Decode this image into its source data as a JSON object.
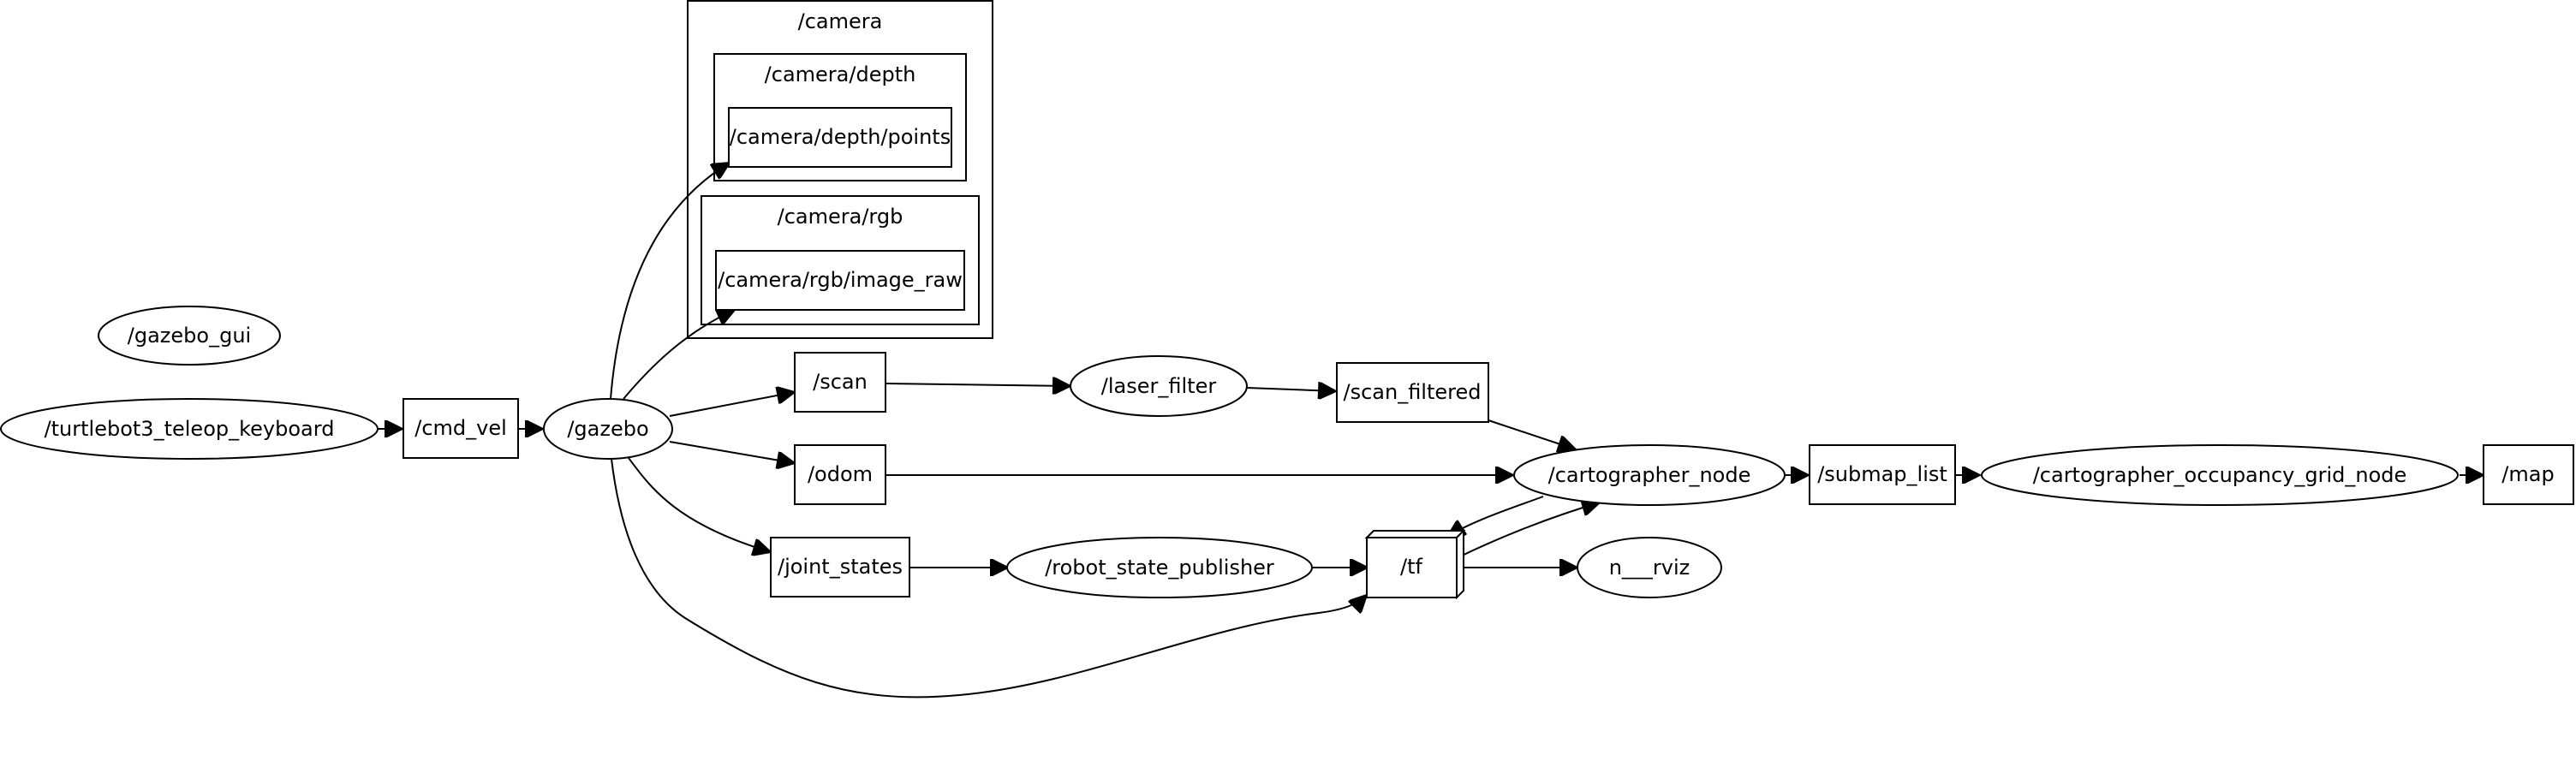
{
  "clusters": {
    "camera": "/camera",
    "camera_depth": "/camera/depth",
    "camera_rgb": "/camera/rgb"
  },
  "nodes": {
    "gazebo_gui": "/gazebo_gui",
    "teleop": "/turtlebot3_teleop_keyboard",
    "gazebo": "/gazebo",
    "laser_filter": "/laser_filter",
    "cartographer_node": "/cartographer_node",
    "robot_state_publisher": "/robot_state_publisher",
    "rviz": "n___rviz",
    "occupancy_grid_node": "/cartographer_occupancy_grid_node"
  },
  "topics": {
    "cmd_vel": "/cmd_vel",
    "depth_points": "/camera/depth/points",
    "rgb_image_raw": "/camera/rgb/image_raw",
    "scan": "/scan",
    "scan_filtered": "/scan_filtered",
    "odom": "/odom",
    "joint_states": "/joint_states",
    "tf": "/tf",
    "submap_list": "/submap_list",
    "map": "/map"
  }
}
